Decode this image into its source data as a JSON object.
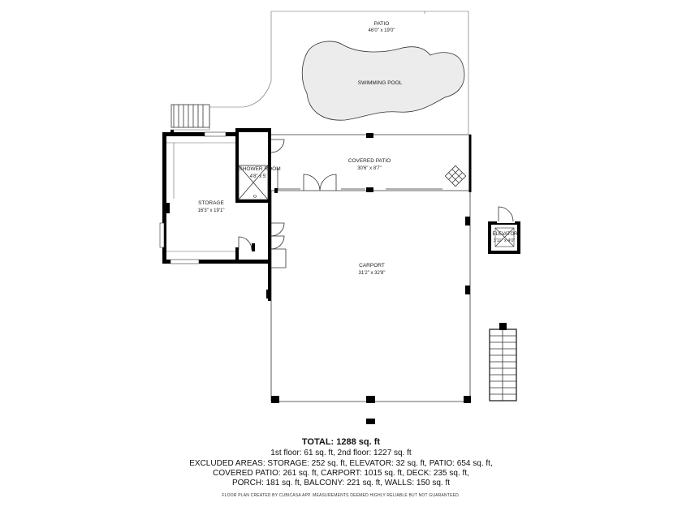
{
  "rooms": {
    "patio": {
      "name": "PATIO",
      "dims": "46'0\" x 19'0\""
    },
    "pool": {
      "name": "SWIMMING POOL"
    },
    "covered_patio": {
      "name": "COVERED PATIO",
      "dims": "30'6\" x 8'7\""
    },
    "shower": {
      "name": "SHOWER ROOM",
      "dims": "4'8\" x 5'"
    },
    "storage": {
      "name": "STORAGE",
      "dims": "16'3\" x 19'1\""
    },
    "carport": {
      "name": "CARPORT",
      "dims": "31'2\" x 32'8\""
    },
    "elevator": {
      "name": "ELEVATOR",
      "dims": "3'11\" x 4'0\""
    }
  },
  "summary": {
    "total": "TOTAL: 1288 sq. ft",
    "line1": "1st floor: 61 sq. ft, 2nd floor: 1227 sq. ft",
    "line2": "EXCLUDED AREAS: STORAGE: 252 sq. ft, ELEVATOR: 32 sq. ft, PATIO: 654 sq. ft,",
    "line3": "COVERED PATIO: 261 sq. ft, CARPORT: 1015 sq. ft, DECK: 235 sq. ft,",
    "line4": "PORCH: 181 sq. ft, BALCONY: 221 sq. ft, WALLS: 150 sq. ft",
    "footer": "FLOOR PLAN CREATED BY CUBICASA APP. MEASUREMENTS DEEMED HIGHLY RELIABLE BUT NOT GUARANTEED."
  }
}
